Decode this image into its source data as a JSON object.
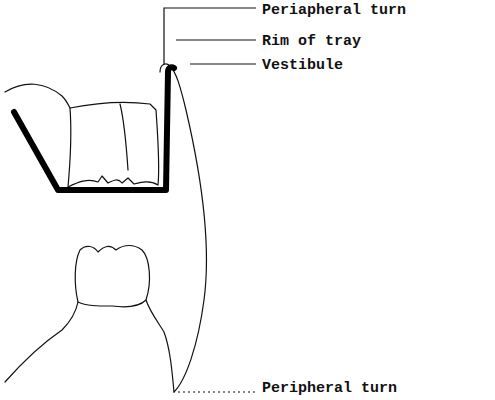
{
  "diagram": {
    "labels": [
      "Periapheral turn",
      "Rim of tray",
      "Vestibule",
      "Peripheral turn"
    ]
  }
}
